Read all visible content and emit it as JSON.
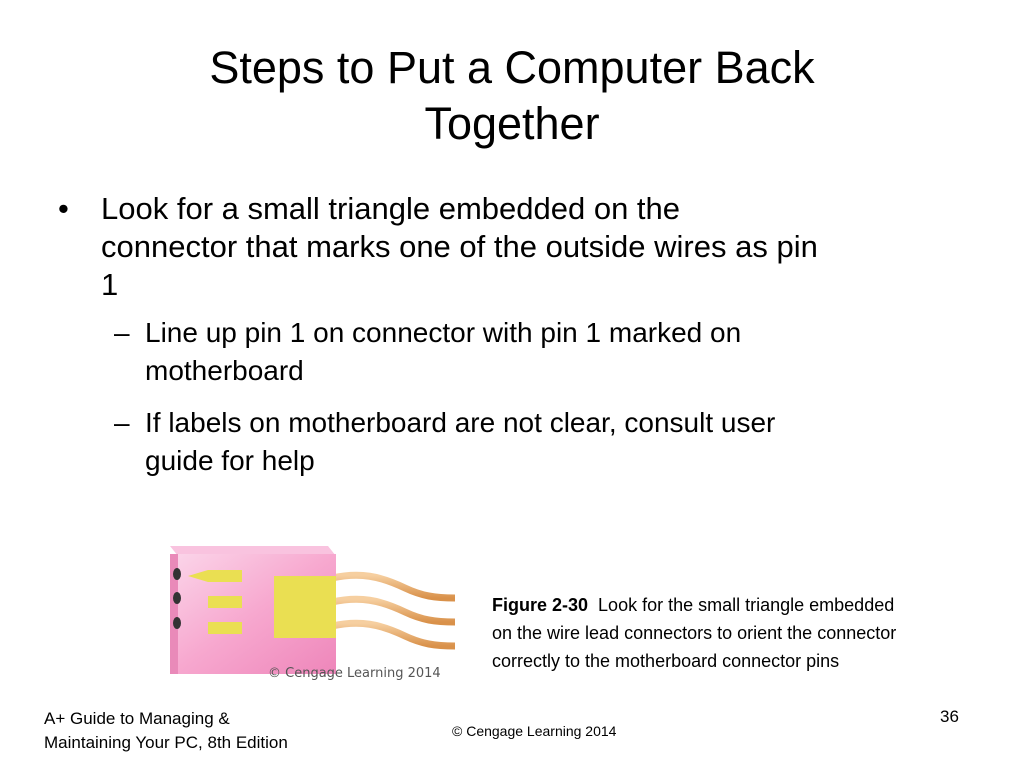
{
  "slide": {
    "title_line1": "Steps to Put a Computer Back",
    "title_line2": "Together",
    "bullet1": {
      "marker": "•",
      "line1": "Look for a small triangle embedded on the",
      "line2": "connector that marks one of the outside wires as pin",
      "line3": "1"
    },
    "sub1": {
      "marker": "–",
      "line1": "Line up pin 1 on connector with pin 1 marked on",
      "line2": "motherboard"
    },
    "sub2": {
      "marker": "–",
      "line1": "If labels on motherboard are not clear, consult user",
      "line2": "guide for help"
    }
  },
  "figure": {
    "watermark": "© Cengage Learning 2014",
    "caption_label": "Figure 2-30",
    "caption_line1": "Look for the small triangle embedded",
    "caption_line2": "on the wire lead connectors to orient the connector",
    "caption_line3": "correctly to the motherboard connector pins",
    "colors": {
      "connector": "#f7a8cf",
      "pad": "#eadf52",
      "wire": "#e5a45e"
    }
  },
  "footer": {
    "left_line1": "A+ Guide to Managing &",
    "left_line2": "Maintaining Your PC, 8th Edition",
    "center": "© Cengage Learning  2014",
    "page_number": "36"
  }
}
